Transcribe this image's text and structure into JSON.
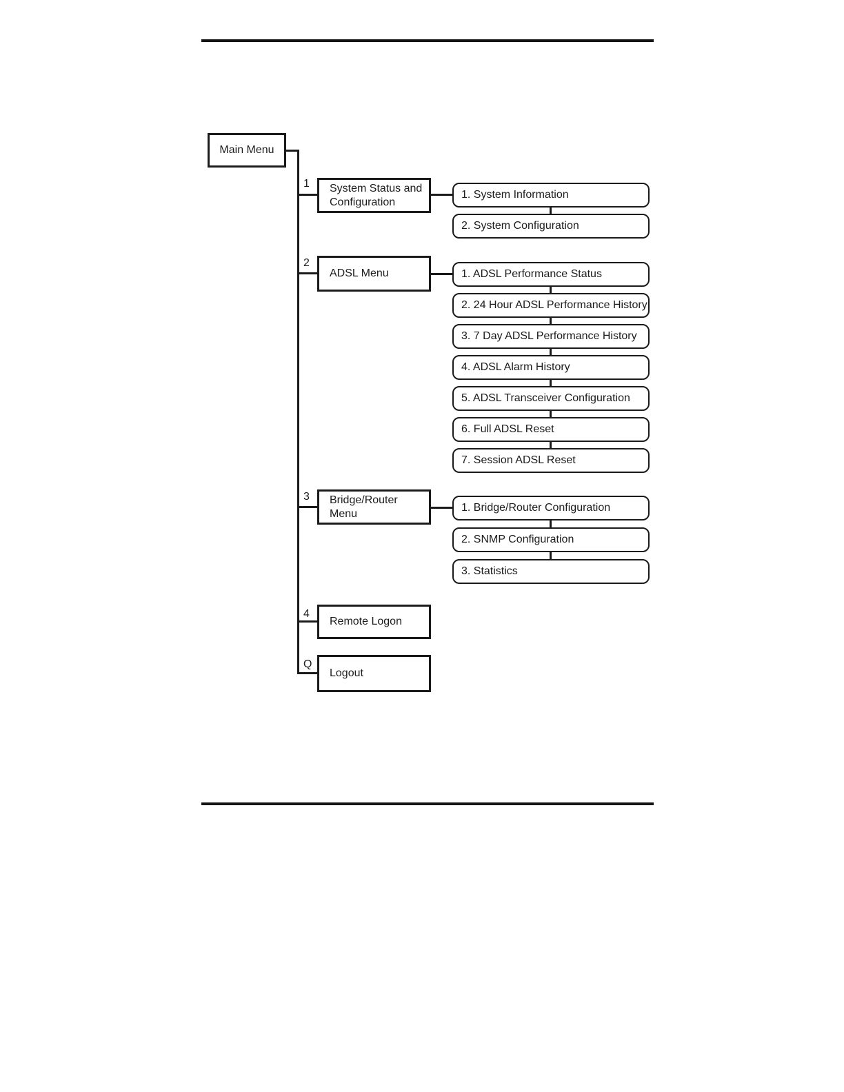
{
  "diagram": {
    "root_label": "Main Menu",
    "branches": [
      {
        "key": "1",
        "label": "System Status and Configuration",
        "items": [
          "1. System Information",
          "2. System Configuration"
        ]
      },
      {
        "key": "2",
        "label": "ADSL Menu",
        "items": [
          "1. ADSL Performance Status",
          "2. 24 Hour ADSL Performance History",
          "3. 7 Day ADSL Performance History",
          "4. ADSL Alarm History",
          "5. ADSL Transceiver Configuration",
          "6. Full ADSL Reset",
          "7. Session ADSL Reset"
        ]
      },
      {
        "key": "3",
        "label": "Bridge/Router Menu",
        "items": [
          "1. Bridge/Router Configuration",
          "2. SNMP Configuration",
          "3. Statistics"
        ]
      },
      {
        "key": "4",
        "label": "Remote Logon",
        "items": []
      },
      {
        "key": "Q",
        "label": "Logout",
        "items": []
      }
    ],
    "colors": {
      "line": "#1a1a1a",
      "text": "#1c1c1c",
      "background": "#ffffff"
    }
  }
}
